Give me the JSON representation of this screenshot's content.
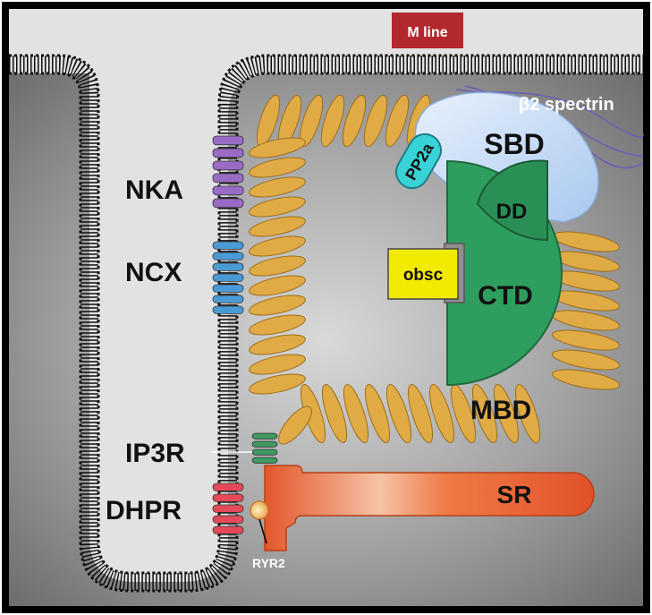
{
  "labels": {
    "m_line": "M line",
    "beta2_spectrin": "β2 spectrin",
    "sbd": "SBD",
    "pp2a": "PP2a",
    "dd": "DD",
    "nka": "NKA",
    "ncx": "NCX",
    "obsc": "obsc",
    "ctd": "CTD",
    "mbd": "MBD",
    "ip3r": "IP3R",
    "sr": "SR",
    "dhpr": "DHPR",
    "ryr2": "RYR2"
  },
  "colors": {
    "frame": "#000000",
    "extracellular": "#e2e2e2",
    "cytoplasm": "#8a8a8a",
    "membrane": "#1a1a1a",
    "m_line_box": "#b3282d",
    "ankyrin_coil": "#e0ab45",
    "sbd_fill": "#c6dcf6",
    "spectrin_strand": "#6a5fb8",
    "pp2a_fill": "#39d2d6",
    "ctd_fill": "#2e9e5e",
    "dd_fill": "#2a8f55",
    "obsc_fill": "#f2ea00",
    "sr_fill": "#e85a2a",
    "nka_fill": "#9a6bc6",
    "ncx_fill": "#4a9ad6",
    "ip3r_fill": "#3e9a62",
    "dhpr_fill": "#e44a5a"
  }
}
